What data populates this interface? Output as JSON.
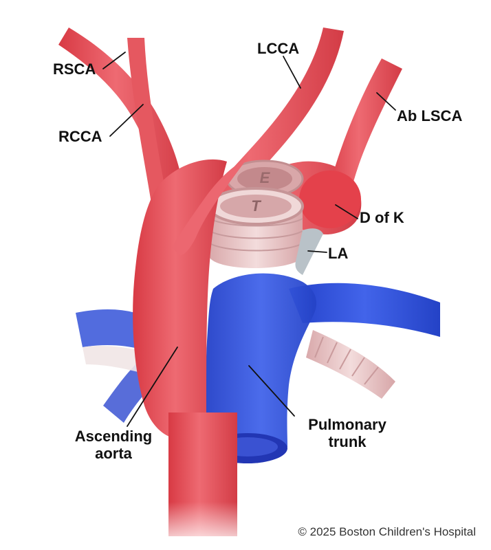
{
  "labels": {
    "rsca": "RSCA",
    "rcca": "RCCA",
    "lcca": "LCCA",
    "ab_lsca": "Ab LSCA",
    "d_of_k": "D of K",
    "la": "LA",
    "ascending_line1": "Ascending",
    "ascending_line2": "aorta",
    "pulmonary_line1": "Pulmonary",
    "pulmonary_line2": "trunk"
  },
  "ring_letters": {
    "esophagus": "E",
    "trachea": "T"
  },
  "credit": "© 2025 Boston Children's Hospital",
  "colors": {
    "artery": "#e0464f",
    "artery_light": "#ef7a82",
    "vein": "#2f4bd6",
    "vein_dark": "#1f35a8",
    "trachea": "#e8c4c4",
    "ligament": "#b9c2c8"
  }
}
